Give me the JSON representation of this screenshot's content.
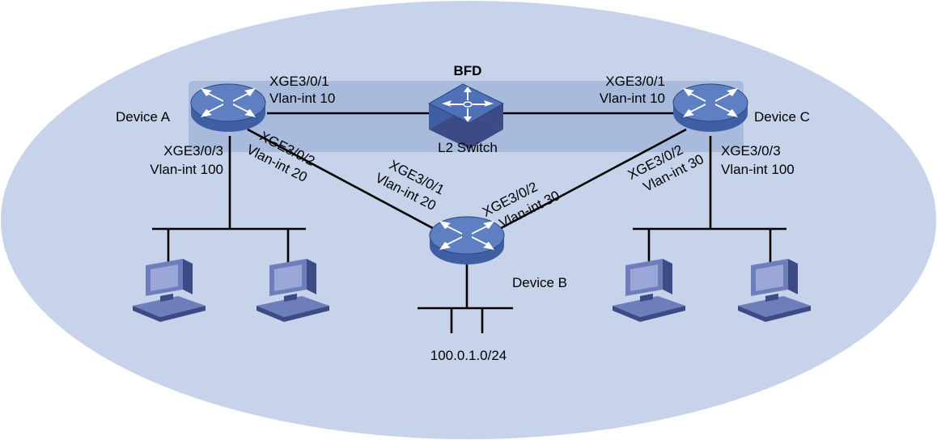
{
  "title": "BFD",
  "colors": {
    "domain_fill": "#c7d3ea",
    "band_fill": "#a9bbdd",
    "router_top": "#5f7fc3",
    "router_side": "#3f5ea4",
    "switch_face": "#5070b8",
    "pc_body": "#6e7eba",
    "pc_dark": "#3c4a86",
    "pc_screen": "#9aa7d8"
  },
  "devices": {
    "device_a": {
      "name": "Device A",
      "icon": "router-icon"
    },
    "device_b": {
      "name": "Device B",
      "icon": "router-icon"
    },
    "device_c": {
      "name": "Device C",
      "icon": "router-icon"
    },
    "l2_switch": {
      "name": "L2 Switch",
      "icon": "switch-icon"
    }
  },
  "interfaces": {
    "a_to_switch": {
      "port": "XGE3/0/1",
      "vlan": "Vlan-int 10"
    },
    "c_to_switch": {
      "port": "XGE3/0/1",
      "vlan": "Vlan-int 10"
    },
    "a_to_lan": {
      "port": "XGE3/0/3",
      "vlan": "Vlan-int 100"
    },
    "a_to_b": {
      "port": "XGE3/0/2",
      "vlan": "Vlan-int 20"
    },
    "b_to_a": {
      "port": "XGE3/0/1",
      "vlan": "Vlan-int 20"
    },
    "b_to_c": {
      "port": "XGE3/0/2",
      "vlan": "Vlan-int 30"
    },
    "c_to_b": {
      "port": "XGE3/0/2",
      "vlan": "Vlan-int 30"
    },
    "c_to_lan": {
      "port": "XGE3/0/3",
      "vlan": "Vlan-int 100"
    }
  },
  "network_b": "100.0.1.0/24",
  "hosts": {
    "left": [
      "pc-icon",
      "pc-icon"
    ],
    "right": [
      "pc-icon",
      "pc-icon"
    ]
  }
}
